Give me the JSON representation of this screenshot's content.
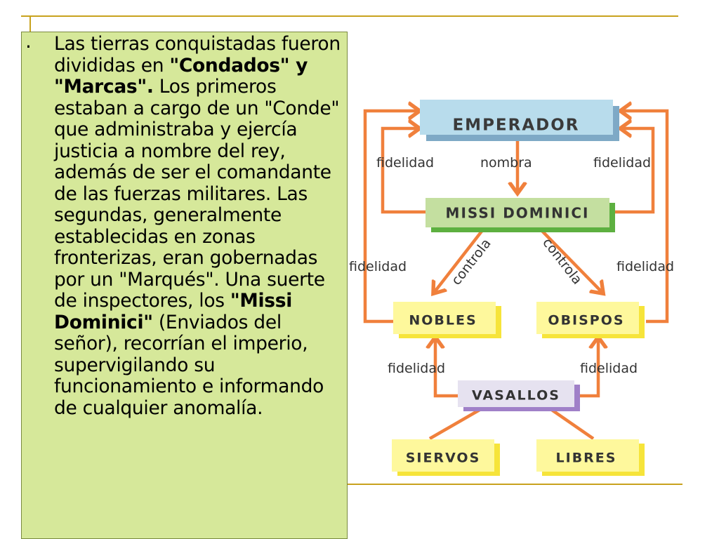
{
  "slide": {
    "bullet": "·",
    "segments": [
      {
        "text": "Las tierras conquistadas fueron divididas en ",
        "bold": false
      },
      {
        "text": "\"Condados\" y \"Marcas\".",
        "bold": true
      },
      {
        "text": " Los primeros estaban a cargo de un \"Conde\" que administraba y ejercía justicia a nombre del rey, además de ser el comandante de las fuerzas militares. Las segundas, generalmente establecidas en zonas fronterizas, eran gobernadas por un \"Marqués\". Una suerte de inspectores, los ",
        "bold": false
      },
      {
        "text": "\"Missi Dominici\"",
        "bold": true
      },
      {
        "text": " (Enviados del señor), recorrían el imperio, supervigilando su funcionamiento e informando de cualquier anomalía.",
        "bold": false
      }
    ]
  },
  "diagram": {
    "colors": {
      "arrow": "#f0803c",
      "emperador": "#b8dcec",
      "missi": "#c4dfa0",
      "nobles": "#fef89c",
      "vasallos": "#e6e2f0"
    },
    "nodes": {
      "emperador": "EMPERADOR",
      "missi": "MISSI DOMINICI",
      "nobles": "NOBLES",
      "obispos": "OBISPOS",
      "vasallos": "VASALLOS",
      "siervos": "SIERVOS",
      "libres": "LIBRES"
    },
    "labels": {
      "fidelidad_top_left": "fidelidad",
      "nombra": "nombra",
      "fidelidad_top_right": "fidelidad",
      "fidelidad_mid_left": "fidelidad",
      "fidelidad_mid_right": "fidelidad",
      "controla_left": "controla",
      "controla_right": "controla",
      "fidelidad_low_left": "fidelidad",
      "fidelidad_low_right": "fidelidad"
    }
  }
}
